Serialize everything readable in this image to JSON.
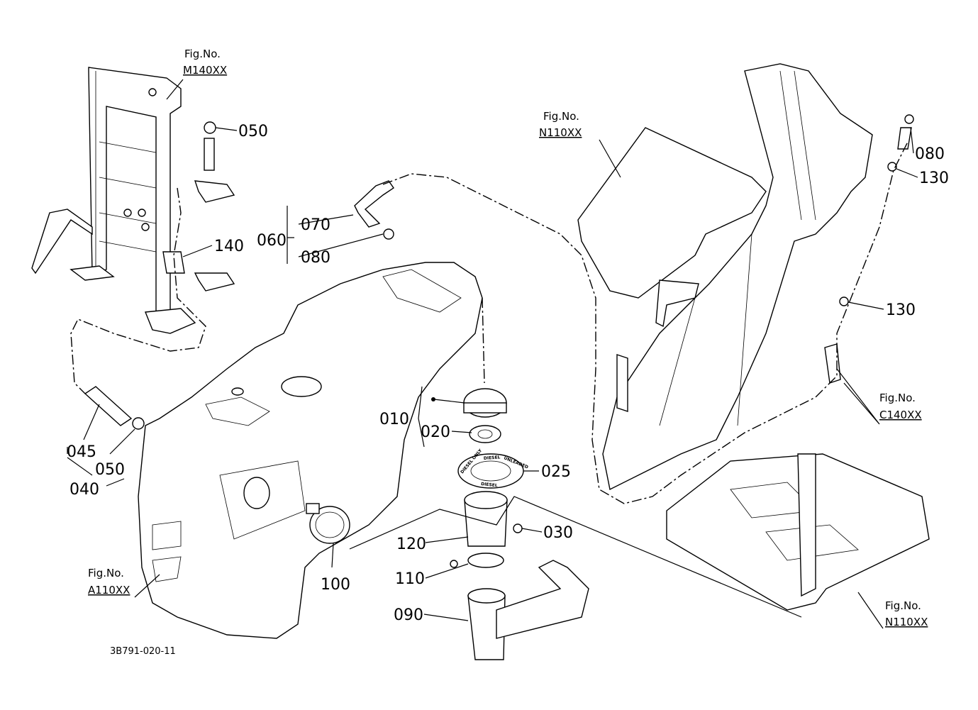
{
  "diagram_code": "3B791-020-11",
  "figure_refs": [
    {
      "prefix": "Fig.No.",
      "ref": "M140XX"
    },
    {
      "prefix": "Fig.No.",
      "ref": "N110XX"
    },
    {
      "prefix": "Fig.No.",
      "ref": "C140XX"
    },
    {
      "prefix": "Fig.No.",
      "ref": "A110XX"
    },
    {
      "prefix": "Fig.No.",
      "ref": "N110XX"
    }
  ],
  "part_labels": {
    "p050_top": "050",
    "p140": "140",
    "p070": "070",
    "p060": "060",
    "p080_left": "080",
    "p080_right": "080",
    "p130_top": "130",
    "p130_mid": "130",
    "p010": "010",
    "p020": "020",
    "p025": "025",
    "p030": "030",
    "p120": "120",
    "p110": "110",
    "p090": "090",
    "p100": "100",
    "p045": "045",
    "p050_bottom": "050",
    "p040": "040"
  },
  "decal_text": [
    "DIESEL",
    "DIESEL ONLY",
    "UNLEADED",
    "DIESEL"
  ]
}
